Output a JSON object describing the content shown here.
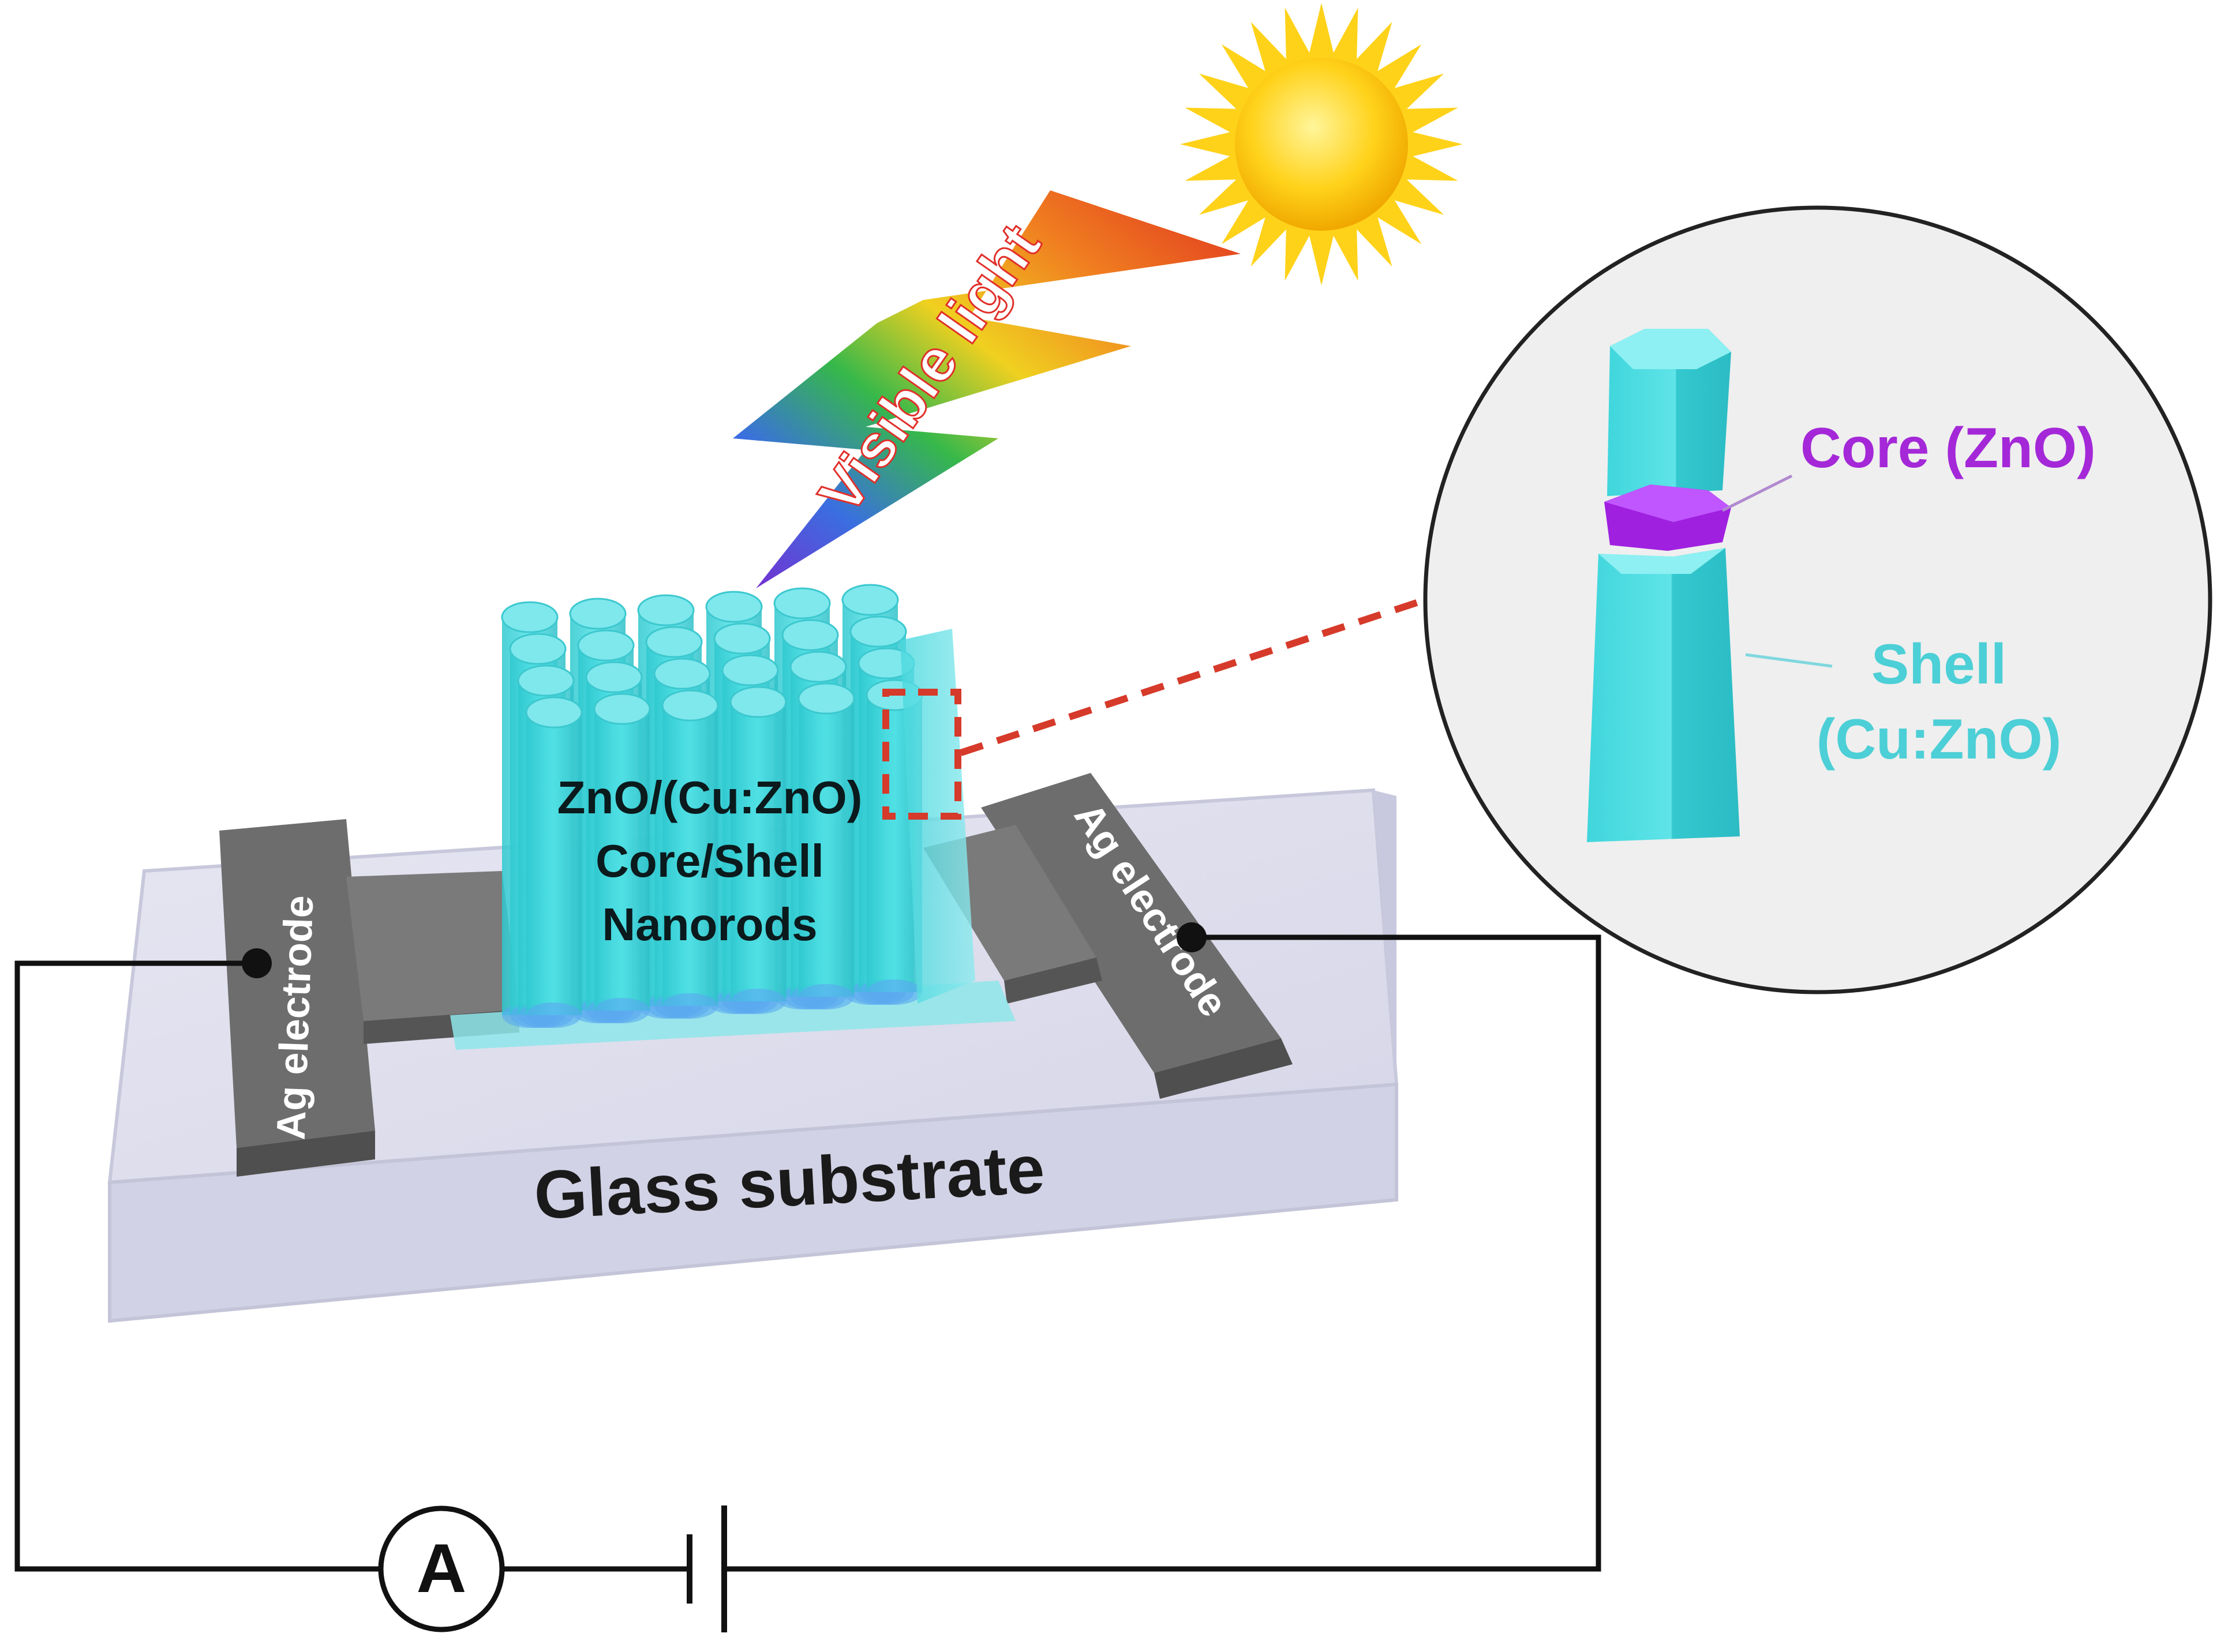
{
  "labels": {
    "visible_light": "Visible light",
    "rods_line1": "ZnO/(Cu:ZnO)",
    "rods_line2": "Core/Shell",
    "rods_line3": "Nanorods",
    "ag_left": "Ag electrode",
    "ag_right": "Ag electrode",
    "glass": "Glass substrate",
    "core": "Core (ZnO)",
    "shell_line1": "Shell",
    "shell_line2": "(Cu:ZnO)",
    "ammeter": "A"
  },
  "colors": {
    "nanorod": "#3fd6dc",
    "core": "#a020e0",
    "shell_text": "#4ccfd6",
    "electrode": "#6b6b6b",
    "glass": "#dcdcec",
    "callout": "#d63a2a",
    "sun": "#ffd21a",
    "wire": "#111111"
  }
}
